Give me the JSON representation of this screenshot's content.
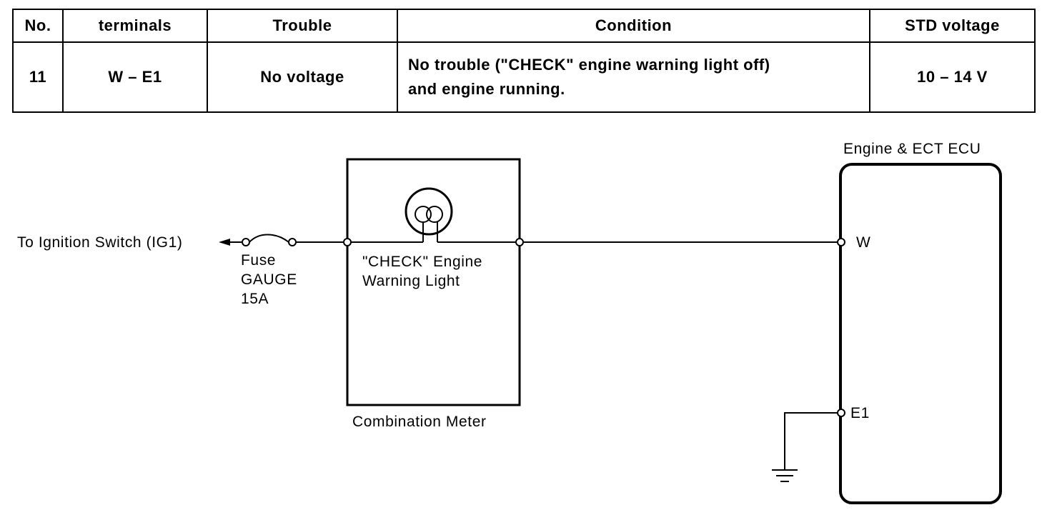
{
  "table": {
    "headers": {
      "no": "No.",
      "terminals": "terminals",
      "trouble": "Trouble",
      "condition": "Condition",
      "std_voltage": "STD voltage"
    },
    "row": {
      "no": "11",
      "terminals": "W – E1",
      "trouble": "No voltage",
      "condition_line1": "No trouble (\"CHECK\" engine warning light off)",
      "condition_line2": "and engine running.",
      "std_voltage": "10 – 14 V"
    }
  },
  "diagram": {
    "ignition_label": "To Ignition Switch (IG1)",
    "fuse_label_1": "Fuse",
    "fuse_label_2": "GAUGE",
    "fuse_label_3": "15A",
    "light_label_1": "\"CHECK\" Engine",
    "light_label_2": "Warning Light",
    "meter_label": "Combination Meter",
    "ecu_label": "Engine & ECT ECU",
    "terminal_w": "W",
    "terminal_e1": "E1"
  }
}
